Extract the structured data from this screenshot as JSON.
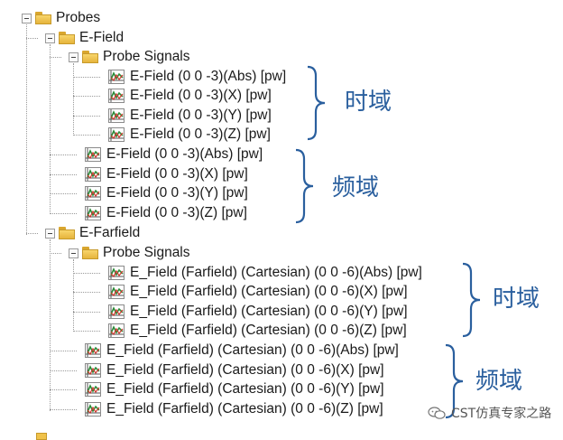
{
  "tree": {
    "root": "Probes",
    "efield": {
      "label": "E-Field",
      "probe_signals_label": "Probe Signals",
      "time_signals": [
        "E-Field (0 0 -3)(Abs) [pw]",
        "E-Field (0 0 -3)(X) [pw]",
        "E-Field (0 0 -3)(Y) [pw]",
        "E-Field (0 0 -3)(Z) [pw]"
      ],
      "freq_signals": [
        "E-Field (0 0 -3)(Abs) [pw]",
        "E-Field (0 0 -3)(X) [pw]",
        "E-Field (0 0 -3)(Y) [pw]",
        "E-Field (0 0 -3)(Z) [pw]"
      ]
    },
    "efarfield": {
      "label": "E-Farfield",
      "probe_signals_label": "Probe Signals",
      "time_signals": [
        "E_Field (Farfield) (Cartesian) (0 0 -6)(Abs) [pw]",
        "E_Field (Farfield) (Cartesian) (0 0 -6)(X) [pw]",
        "E_Field (Farfield) (Cartesian) (0 0 -6)(Y) [pw]",
        "E_Field (Farfield) (Cartesian) (0 0 -6)(Z) [pw]"
      ],
      "freq_signals": [
        "E_Field (Farfield) (Cartesian) (0 0 -6)(Abs) [pw]",
        "E_Field (Farfield) (Cartesian) (0 0 -6)(X) [pw]",
        "E_Field (Farfield) (Cartesian) (0 0 -6)(Y) [pw]",
        "E_Field (Farfield) (Cartesian) (0 0 -6)(Z) [pw]"
      ]
    }
  },
  "annotations": {
    "time_domain": "时域",
    "freq_domain": "频域"
  },
  "watermark": "CST仿真专家之路",
  "colors": {
    "annotation": "#2a5f9e",
    "folder": "#f0c24a",
    "signal_green": "#2e8b3a",
    "signal_red": "#d0342c"
  },
  "icons": {
    "folder": "folder-icon",
    "signal": "signal-curve-icon",
    "expand": "collapse-toggle-icon"
  }
}
